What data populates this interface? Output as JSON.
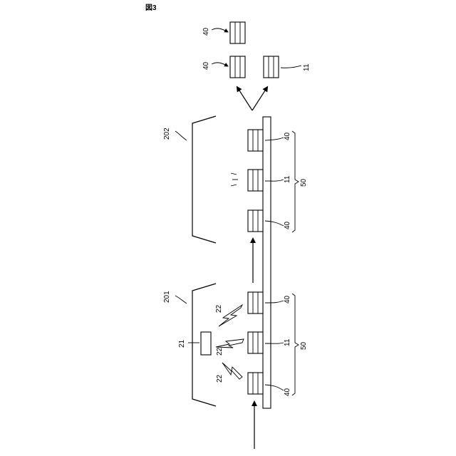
{
  "figure": {
    "title": "図3"
  },
  "stages": [
    {
      "id": "201",
      "label": "201",
      "group_label": "50"
    },
    {
      "id": "202",
      "label": "202",
      "group_label": "50"
    }
  ],
  "components": {
    "label_40": "40",
    "label_11": "11",
    "label_21": "21",
    "label_22": "22"
  }
}
